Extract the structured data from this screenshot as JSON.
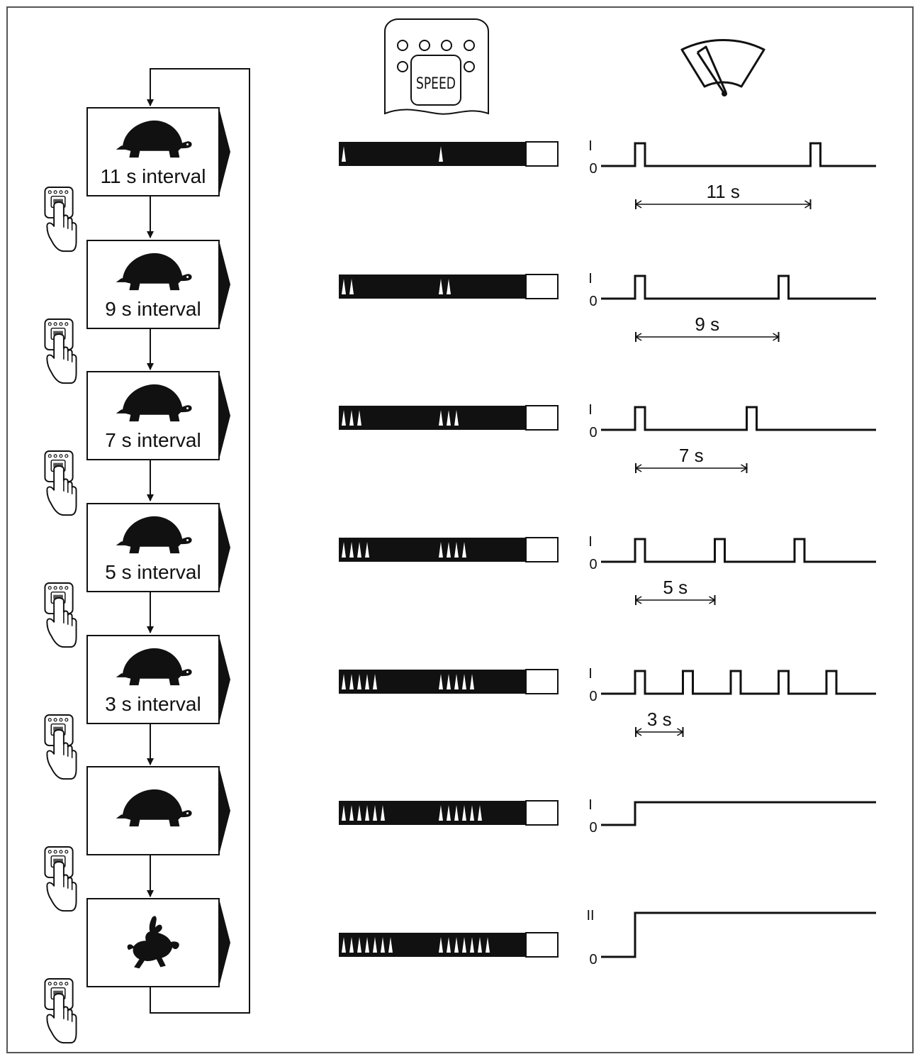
{
  "header": {
    "speed_button_label": "SPEED",
    "speed_icon": "speed-button-panel-icon",
    "wiper_icon": "windshield-wiper-icon"
  },
  "pulse_axis": {
    "high_label": "I",
    "low_label": "0",
    "continuous_high_label": "II"
  },
  "states": [
    {
      "label": "11 s interval",
      "icon": "turtle-icon",
      "leds": 1,
      "signal": "pulse",
      "period_label": "11 s",
      "period_s": 11,
      "pulses": 2
    },
    {
      "label": "9 s interval",
      "icon": "turtle-icon",
      "leds": 2,
      "signal": "pulse",
      "period_label": "9 s",
      "period_s": 9,
      "pulses": 2
    },
    {
      "label": "7 s interval",
      "icon": "turtle-icon",
      "leds": 3,
      "signal": "pulse",
      "period_label": "7 s",
      "period_s": 7,
      "pulses": 2
    },
    {
      "label": "5 s interval",
      "icon": "turtle-icon",
      "leds": 4,
      "signal": "pulse",
      "period_label": "5 s",
      "period_s": 5,
      "pulses": 3
    },
    {
      "label": "3 s interval",
      "icon": "turtle-icon",
      "leds": 5,
      "signal": "pulse",
      "period_label": "3 s",
      "period_s": 3,
      "pulses": 5
    },
    {
      "label": "",
      "icon": "turtle-icon",
      "leds": 6,
      "signal": "continuous-low"
    },
    {
      "label": "",
      "icon": "rabbit-icon",
      "leds": 7,
      "signal": "continuous-high"
    }
  ],
  "press_icon": "hand-pressing-speed-button-icon"
}
